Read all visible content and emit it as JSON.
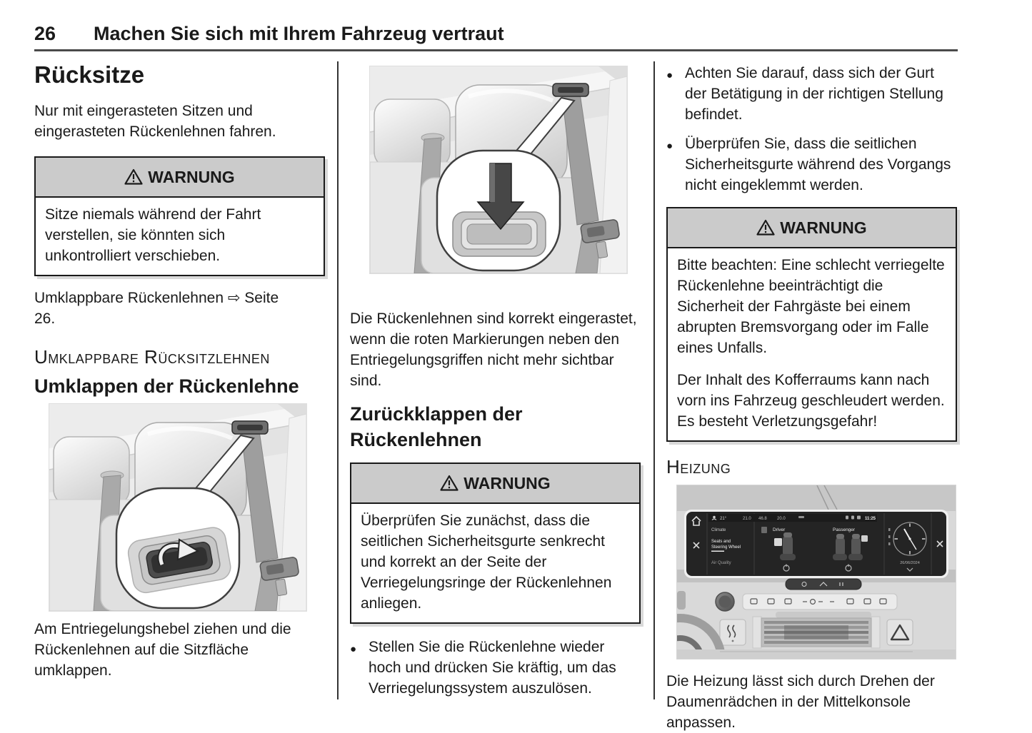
{
  "page": {
    "number": "26",
    "title": "Machen Sie sich mit Ihrem Fahrzeug vertraut"
  },
  "warning": {
    "label": "WARNUNG"
  },
  "col1": {
    "heading": "Rücksitze",
    "intro": "Nur mit eingerasteten Sitzen und eingerasteten Rückenlehnen fahren.",
    "warning_text": "Sitze niemals während der Fahrt verstellen, sie könnten sich unkontrolliert verschieben.",
    "crossref": [
      "Umklappbare Rückenlehnen ⇨ Seite",
      "26."
    ],
    "section_heading": "Umklappbare Rücksitzlehnen",
    "subheading": "Umklappen der Rückenlehne",
    "caption": "Am Entriegelungshebel ziehen und die Rückenlehnen auf die Sitzfläche umklappen."
  },
  "col2": {
    "paragraph": "Die Rückenlehnen sind korrekt eingerastet, wenn die roten Markierungen neben den Entriegelungsgriffen nicht mehr sichtbar sind.",
    "subheading": "Zurückklappen der Rückenlehnen",
    "warning_text": "Überprüfen Sie zunächst, dass die seitlichen Sicherheitsgurte senkrecht und korrekt an der Seite der Verriegelungsringe der Rückenlehnen anliegen.",
    "bullet": "Stellen Sie die Rückenlehne wieder hoch und drücken Sie kräftig, um das Verriegelungssystem auszulösen."
  },
  "col3": {
    "bullets": [
      "Achten Sie darauf, dass sich der Gurt der Betätigung in der richtigen Stellung befindet.",
      "Überprüfen Sie, dass die seitlichen Sicherheitsgurte während des Vorgangs nicht eingeklemmt werden."
    ],
    "warning_paragraphs": [
      "Bitte beachten: Eine schlecht verriegelte Rückenlehne beeinträchtigt die Sicherheit der Fahrgäste bei einem abrupten Bremsvorgang oder im Falle eines Unfalls.",
      "Der Inhalt des Kofferraums kann nach vorn ins Fahrzeug geschleudert werden. Es besteht Verletzungsgefahr!"
    ],
    "section_heading": "Heizung",
    "caption": "Die Heizung lässt sich durch Drehen der Daumenrädchen in der Mittelkonsole anpassen."
  },
  "dashboard": {
    "menu": {
      "item1": "Climate",
      "item2_line1": "Seats and",
      "item2_line2": "Steering Wheel",
      "item3": "Air Quality"
    },
    "status": {
      "profile_temp": "21°",
      "driver_temp": "21.0",
      "humidity": "46.8",
      "passenger_temp": "20.0",
      "time": "11:25"
    },
    "labels": {
      "driver": "Driver",
      "passenger": "Passenger"
    },
    "clock_date": "26/06/2024"
  },
  "colors": {
    "text": "#1a1a1a",
    "warning_header_bg": "#cbcbcb",
    "rule": "#4a4a4a",
    "divider": "#333333"
  }
}
